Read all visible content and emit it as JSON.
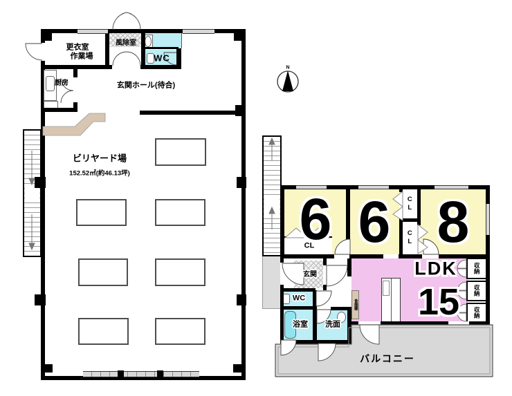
{
  "plan_title": "floor-plan",
  "colors": {
    "room_yellow": "#FAF7C5",
    "room_pink": "#F2C3EC",
    "wet_cyan": "#BDEDF5",
    "tub_cyan": "#8FE4F0",
    "balcony_gray": "#D8D8D8",
    "counter_tan": "#D8C6B2",
    "wall_black": "#000000"
  },
  "left_building": {
    "changing_room_line1": "更衣室",
    "changing_room_line2": "作業場",
    "kitchen": "厨房",
    "windbreak_room": "風除室",
    "wc": "WC",
    "entrance_hall": "玄関ホール(待合)",
    "billiard_hall": "ビリヤード場",
    "billiard_area": "152.52㎡(約46.13坪)",
    "billiard_table_count": 7
  },
  "right_building": {
    "room6a": "6",
    "room6a_closet": "CL",
    "room6b": "6",
    "closet_upper": "CL",
    "closet_lower": "CL",
    "room8": "8",
    "ldk": "LDK",
    "ldk_size": "15",
    "entrance": "玄関",
    "wc": "WC",
    "bath": "浴室",
    "washroom": "洗面",
    "storage1": "収納",
    "storage2": "収納",
    "storage3": "収納",
    "cupboard": "食器棚",
    "balcony": "バルコニー"
  },
  "compass": {
    "north": "N"
  }
}
